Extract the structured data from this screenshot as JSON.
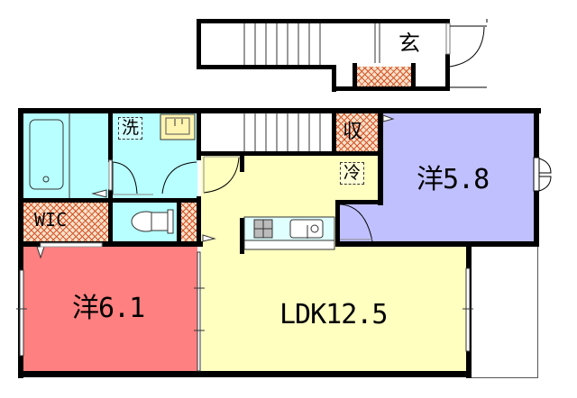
{
  "floor_plan": {
    "type": "apartment floor plan",
    "rooms": {
      "entrance": {
        "label": "玄"
      },
      "washroom": {
        "label": "洗"
      },
      "storage": {
        "label": "収"
      },
      "fridge": {
        "label": "冷"
      },
      "wic": {
        "label": "WIC"
      },
      "western_room_1": {
        "label": "洋6.1"
      },
      "western_room_2": {
        "label": "洋5.8"
      },
      "ldk": {
        "label": "LDK12.5"
      }
    },
    "colors": {
      "wet_area": "#b8ffff",
      "ldk": "#ffffc0",
      "western_room_1": "#ff8080",
      "western_room_2": "#c0c0ff",
      "hatch": "#d0552a",
      "sink_counter": "#fff4b0",
      "wall": "#000000"
    }
  }
}
